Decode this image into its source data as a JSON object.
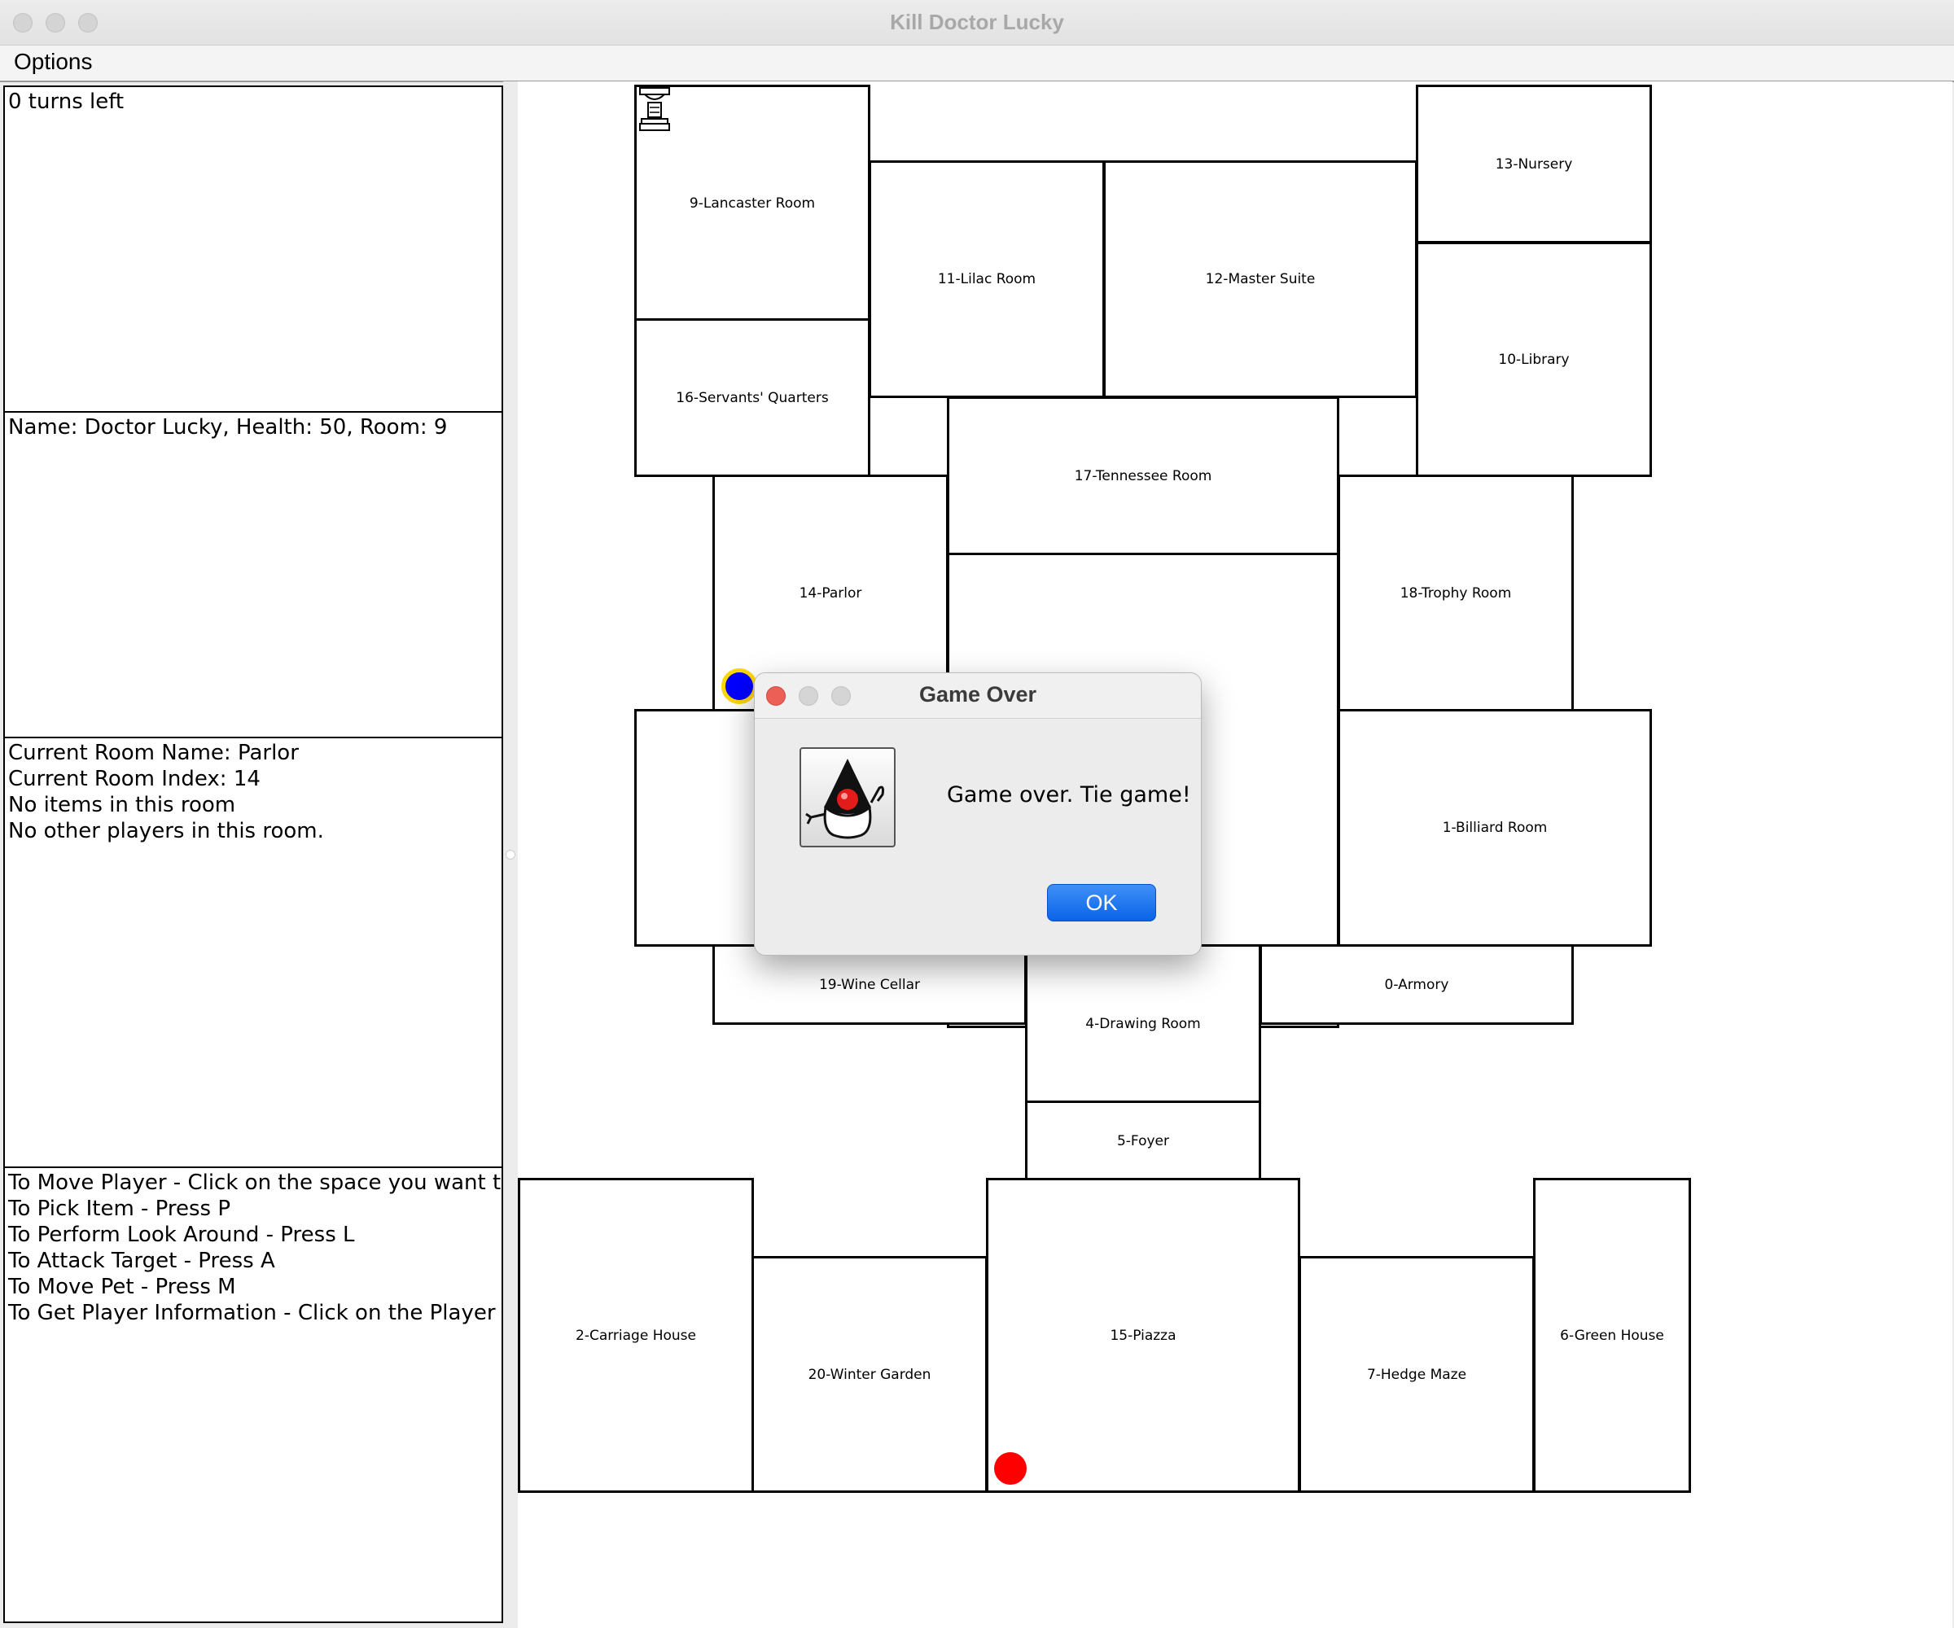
{
  "window": {
    "title": "Kill Doctor Lucky"
  },
  "menu": {
    "options_label": "Options"
  },
  "panels": {
    "turns": "0 turns left",
    "target_info": "Name: Doctor Lucky, Health: 50, Room: 9",
    "room_info": [
      "Current Room Name: Parlor",
      "Current Room Index: 14",
      "No items in this room",
      "No other players in this room."
    ],
    "instructions": [
      "To Move Player - Click on the space you want to",
      "To Pick Item - Press P",
      "To Perform Look Around - Press L",
      "To Attack Target - Press A",
      "To Move Pet - Press M",
      "To Get Player Information - Click on the Player"
    ]
  },
  "rooms": {
    "r9": "9-Lancaster Room",
    "r11": "11-Lilac Room",
    "r12": "12-Master Suite",
    "r13": "13-Nursery",
    "r10": "10-Library",
    "r16": "16-Servants' Quarters",
    "r17": "17-Tennessee Room",
    "r14": "14-Parlor",
    "r18": "18-Trophy Room",
    "r1": "1-Billiard Room",
    "r19": "19-Wine Cellar",
    "r0": "0-Armory",
    "r4": "4-Drawing Room",
    "r5": "5-Foyer",
    "r2": "2-Carriage House",
    "r20": "20-Winter Garden",
    "r15": "15-Piazza",
    "r7": "7-Hedge Maze",
    "r6": "6-Green House"
  },
  "players": {
    "colors": {
      "current_player": "#0000ff",
      "current_player_ring": "#ffd700",
      "other_player": "#ff0000"
    }
  },
  "dialog": {
    "title": "Game Over",
    "message": "Game over. Tie game!",
    "ok_label": "OK"
  }
}
